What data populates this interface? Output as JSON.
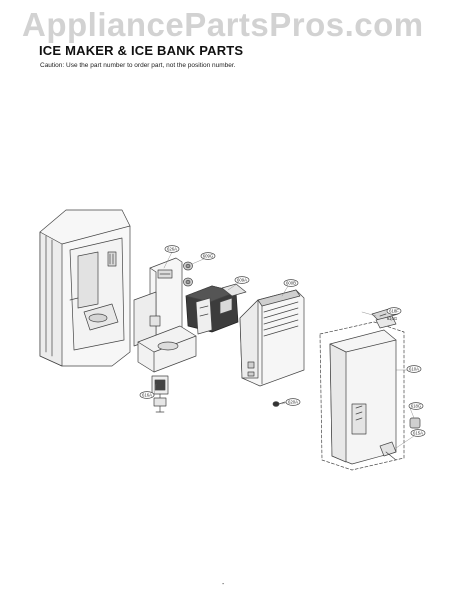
{
  "watermark": "AppliancePartsPros.com",
  "title": "ICE MAKER & ICE BANK PARTS",
  "caution": "Caution: Use the part number to order part, not the position number.",
  "callouts": {
    "c1": "626A",
    "c2": "609G",
    "c3": "609A",
    "c4": "600B",
    "c5": "618F",
    "c6": "610A",
    "c7": "616A",
    "c8": "620A",
    "c9": "618G",
    "c10": "615A",
    "c11": "616G"
  },
  "page_mark": "-"
}
